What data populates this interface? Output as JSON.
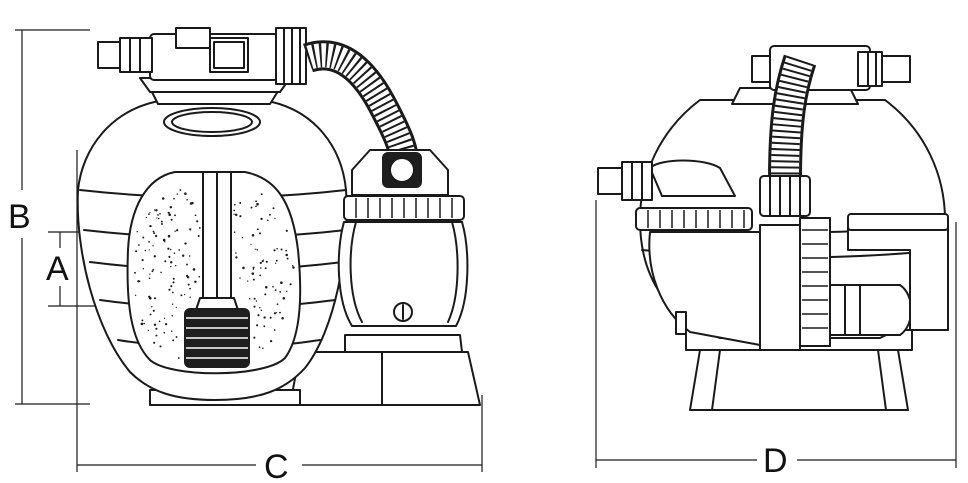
{
  "dimensions": {
    "a": "A",
    "b": "B",
    "c": "C",
    "d": "D"
  },
  "colors": {
    "line": "#1a1a1a",
    "background": "#ffffff"
  }
}
